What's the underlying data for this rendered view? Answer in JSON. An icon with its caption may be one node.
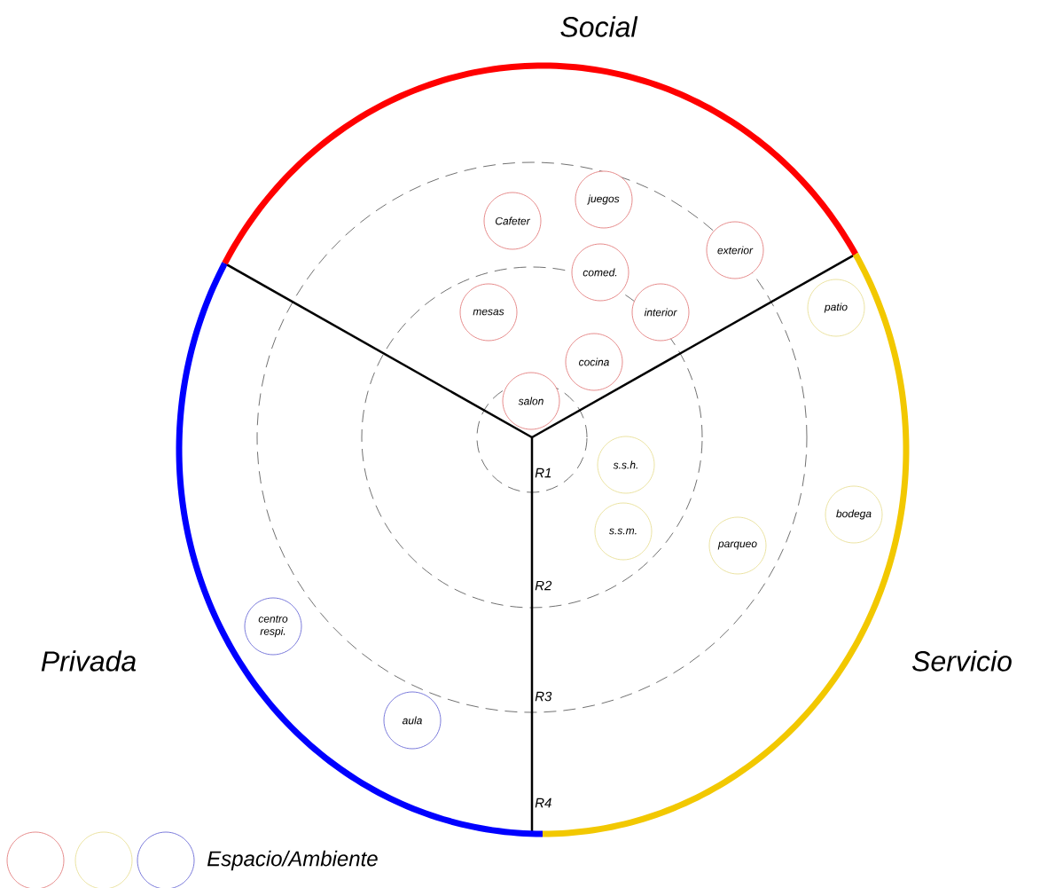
{
  "diagram": {
    "nodes": [
      {
        "text": [
          "juegos"
        ]
      },
      {
        "text": [
          "Cafeter"
        ]
      },
      {
        "text": [
          "exterior"
        ]
      },
      {
        "text": [
          "comed."
        ]
      },
      {
        "text": [
          "mesas"
        ]
      },
      {
        "text": [
          "interior"
        ]
      },
      {
        "text": [
          "patio"
        ]
      },
      {
        "text": [
          "cocina"
        ]
      },
      {
        "text": [
          "salon"
        ]
      },
      {
        "text": [
          "s.s.h."
        ]
      },
      {
        "text": [
          "bodega"
        ]
      },
      {
        "text": [
          "s.s.m."
        ]
      },
      {
        "text": [
          "parqueo"
        ]
      },
      {
        "text": [
          "centro respi."
        ]
      },
      {
        "text": [
          "aula"
        ]
      }
    ],
    "edges": [],
    "labels": [
      "Social",
      "R1",
      "R2",
      "Privada",
      "Servicio",
      "R3",
      "R4"
    ],
    "legend": [
      {
        "text": "Espacio/Ambiente"
      }
    ]
  }
}
